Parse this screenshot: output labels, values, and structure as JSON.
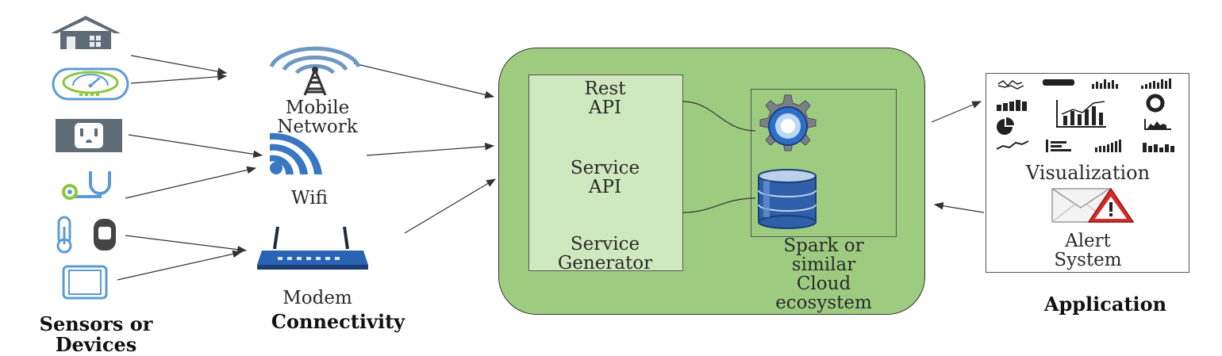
{
  "columns": {
    "sensors": "Sensors or\nDevices",
    "connectivity": "Connectivity",
    "application": "Application"
  },
  "connectivity_items": {
    "mobile": "Mobile\nNetwork",
    "wifi": "Wifi",
    "modem": "Modem"
  },
  "cloud": {
    "rest_api": "Rest\nAPI",
    "service_api": "Service\nAPI",
    "service_generator": "Service\nGenerator",
    "ecosystem": "Spark or\nsimilar\nCloud\necosystem"
  },
  "application_items": {
    "visualization": "Visualization",
    "alert": "Alert\nSystem"
  },
  "device_icons": [
    "house-icon",
    "gauge-meter-icon",
    "power-outlet-icon",
    "stethoscope-icon",
    "thermometer-icon",
    "tablet-icon"
  ],
  "colors": {
    "cloud_green": "#9dcc81",
    "inner_green": "#cfe8bd",
    "device_blue": "#5b9bd5",
    "dark_gray": "#555555"
  }
}
